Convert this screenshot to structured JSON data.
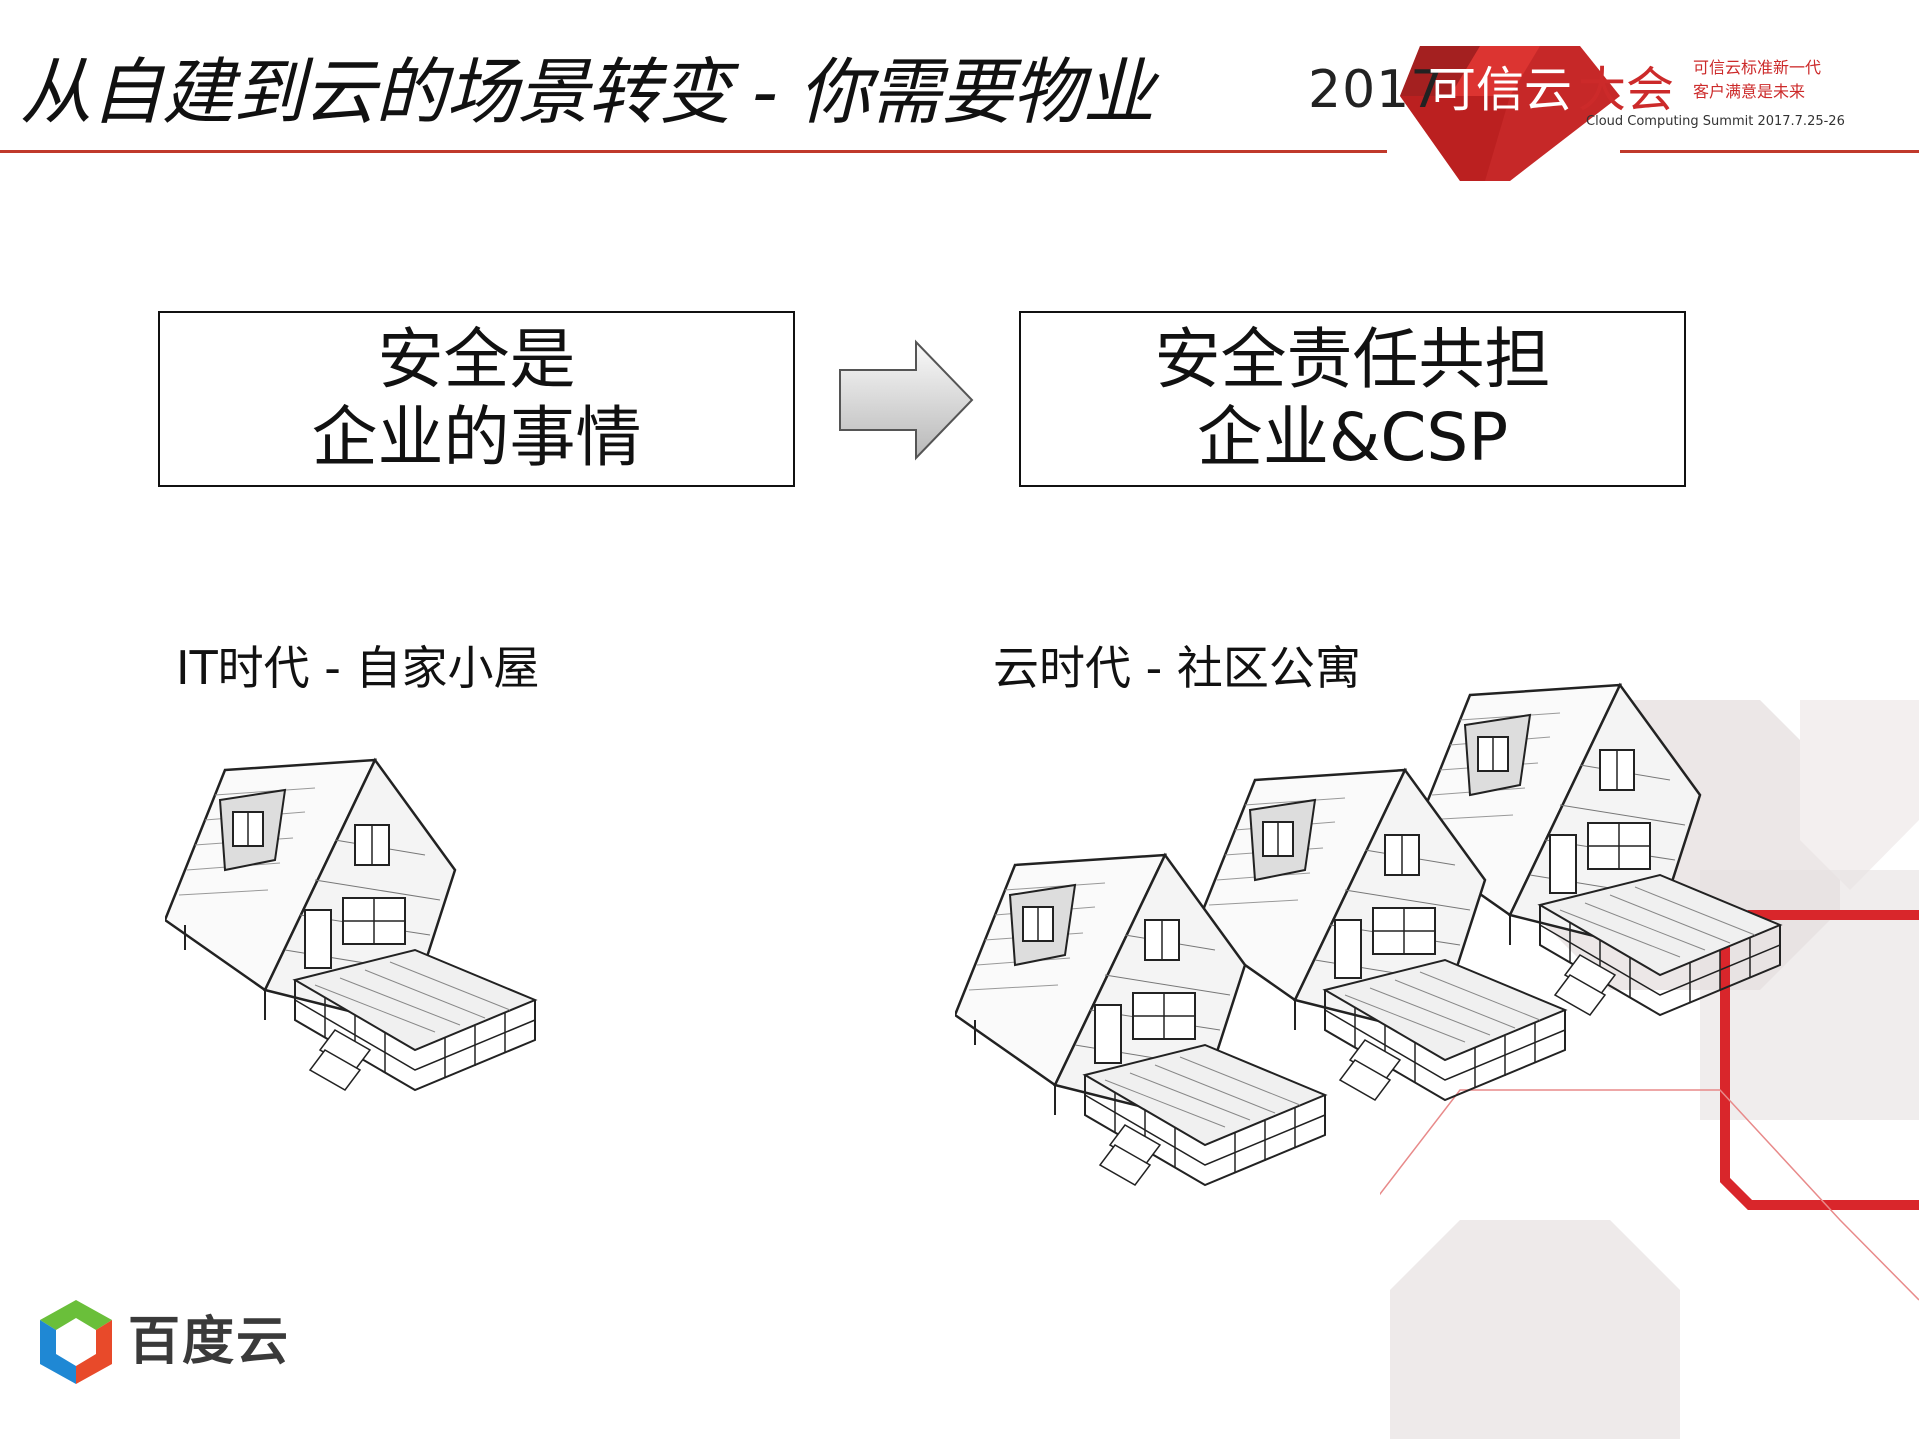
{
  "header": {
    "title": "从自建到云的场景转变 - 你需要物业",
    "event_year": "2017",
    "event_name_part1": "可信云",
    "event_name_part2": "大会",
    "slogan_line1": "可信云标准新一代",
    "slogan_line2": "客户满意是未来",
    "summit_line": "Cloud Computing Summit 2017.7.25-26"
  },
  "comparison": {
    "left_box": {
      "line1": "安全是",
      "line2": "企业的事情"
    },
    "right_box": {
      "line1": "安全责任共担",
      "line2": "企业&CSP"
    },
    "arrow_icon": "right-arrow-icon"
  },
  "scenes": {
    "left_caption": "IT时代 - 自家小屋",
    "right_caption": "云时代 - 社区公寓",
    "left_house_count": 1,
    "right_house_count": 3
  },
  "brand": {
    "name": "百度云",
    "icon": "baidu-cloud-cube-icon"
  },
  "colors": {
    "accent_red": "#c0392b",
    "logo_red": "#cc2a2a",
    "deco_gray": "#e8e4e4"
  }
}
